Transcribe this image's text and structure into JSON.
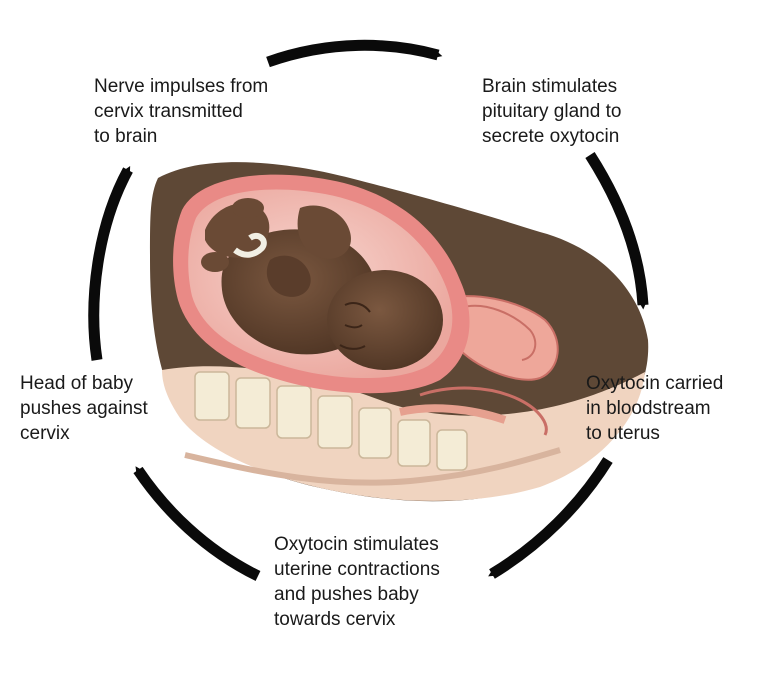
{
  "diagram": {
    "steps": [
      {
        "id": "nerve",
        "lines": [
          "Nerve impulses from",
          "cervix transmitted",
          "to brain"
        ]
      },
      {
        "id": "brain",
        "lines": [
          "Brain stimulates",
          "pituitary gland to",
          "secrete oxytocin"
        ]
      },
      {
        "id": "carried",
        "lines": [
          "Oxytocin carried",
          "in bloodstream",
          "to uterus"
        ]
      },
      {
        "id": "stim",
        "lines": [
          "Oxytocin stimulates",
          "uterine contractions",
          "and pushes baby",
          "towards cervix"
        ]
      },
      {
        "id": "head",
        "lines": [
          "Head of baby",
          "pushes against",
          "cervix"
        ]
      }
    ],
    "colors": {
      "arrow": "#0a0a0a",
      "background_body": "#5e4836",
      "skin_pelvis": "#f0d4c0",
      "uterus_wall": "#e98a86",
      "amniotic": "#f3c9c2",
      "baby": "#6a4a35",
      "vertebrae": "#f4ecd6"
    },
    "icons": [
      "cycle-arrow-icon",
      "uterus-illustration"
    ]
  }
}
